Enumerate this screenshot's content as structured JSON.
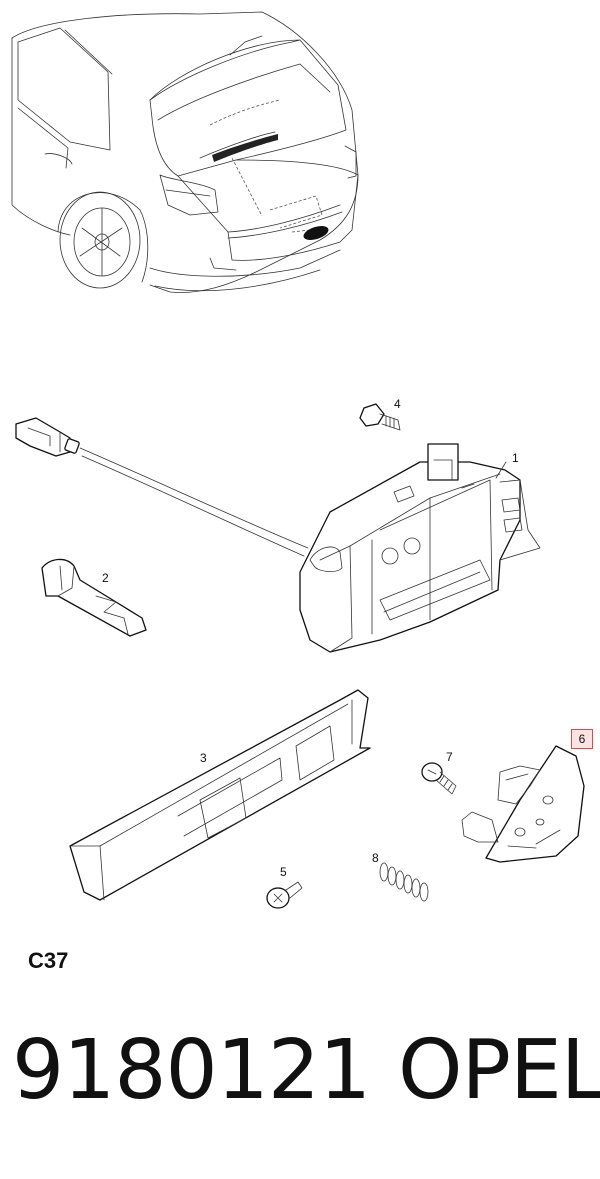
{
  "callouts": {
    "c1": "1",
    "c2": "2",
    "c3": "3",
    "c4": "4",
    "c5": "5",
    "c6": "6",
    "c7": "7",
    "c8": "8"
  },
  "highlighted_callout": "6",
  "highlight_color": "#d94a4a",
  "diagram_code": "C37",
  "part_number": "9180121",
  "brand": "OPEL",
  "icons": [
    "car-rear-view-illustration",
    "tailgate-lock-actuator",
    "bowden-cable",
    "cable-end-fitting",
    "lock-cover-trim",
    "bolt",
    "screw",
    "spring",
    "striker-plate"
  ]
}
